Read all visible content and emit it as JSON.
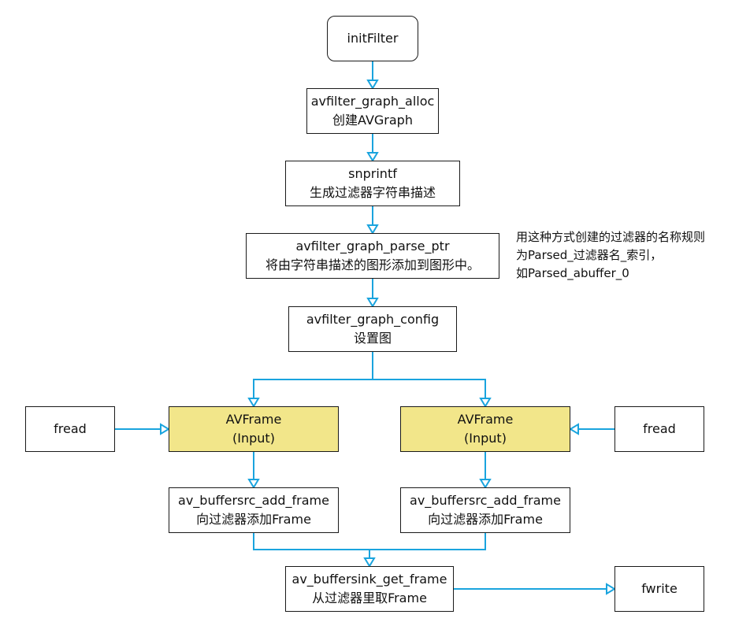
{
  "colors": {
    "connector": "#1aa4de",
    "box_border": "#1a1a1a",
    "highlight_fill": "#f2e68a"
  },
  "nodes": {
    "init": {
      "line1": "initFilter"
    },
    "alloc": {
      "line1": "avfilter_graph_alloc",
      "line2": "创建AVGraph"
    },
    "snprintf": {
      "line1": "snprintf",
      "line2": "生成过滤器字符串描述"
    },
    "parse": {
      "line1": "avfilter_graph_parse_ptr",
      "line2": "将由字符串描述的图形添加到图形中。"
    },
    "config": {
      "line1": "avfilter_graph_config",
      "line2": "设置图"
    },
    "fread_left": {
      "line1": "fread"
    },
    "frame_left": {
      "line1": "AVFrame",
      "line2": "(Input)"
    },
    "frame_right": {
      "line1": "AVFrame",
      "line2": "(Input)"
    },
    "fread_right": {
      "line1": "fread"
    },
    "add_left": {
      "line1": "av_buffersrc_add_frame",
      "line2": "向过滤器添加Frame"
    },
    "add_right": {
      "line1": "av_buffersrc_add_frame",
      "line2": "向过滤器添加Frame"
    },
    "sink": {
      "line1": "av_buffersink_get_frame",
      "line2": "从过滤器里取Frame"
    },
    "fwrite": {
      "line1": "fwrite"
    }
  },
  "note": {
    "line1": "用这种方式创建的过滤器的名称规则",
    "line2": "为Parsed_过滤器名_索引，",
    "line3": "如Parsed_abuffer_0"
  }
}
